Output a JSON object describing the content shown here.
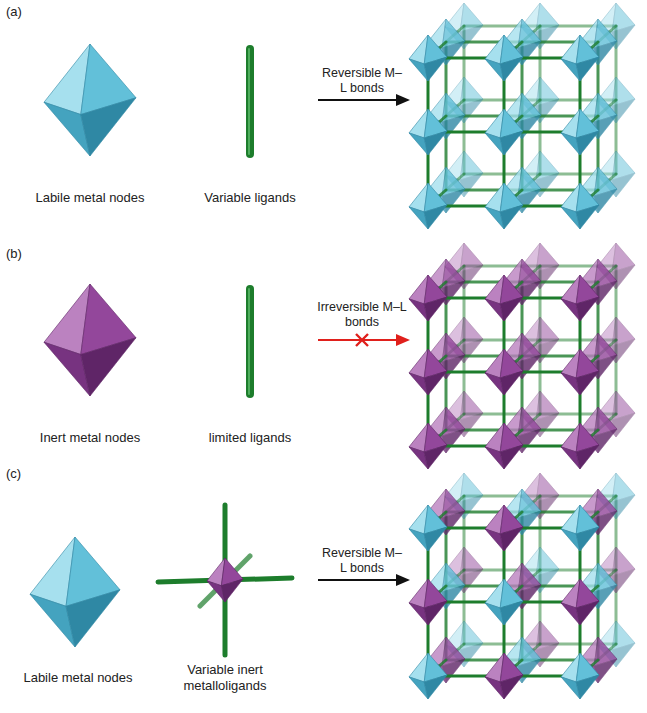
{
  "diagram": {
    "labels": [
      "(a)",
      "Labile metal nodes",
      "Variable ligands",
      "Reversible M–L bonds",
      "(b)",
      "Inert metal nodes",
      "limited ligands",
      "Irreversible M–L bonds",
      "(c)",
      "Labile metal nodes",
      "Variable inert metalloligands",
      "Reversible M–L bonds"
    ]
  }
}
